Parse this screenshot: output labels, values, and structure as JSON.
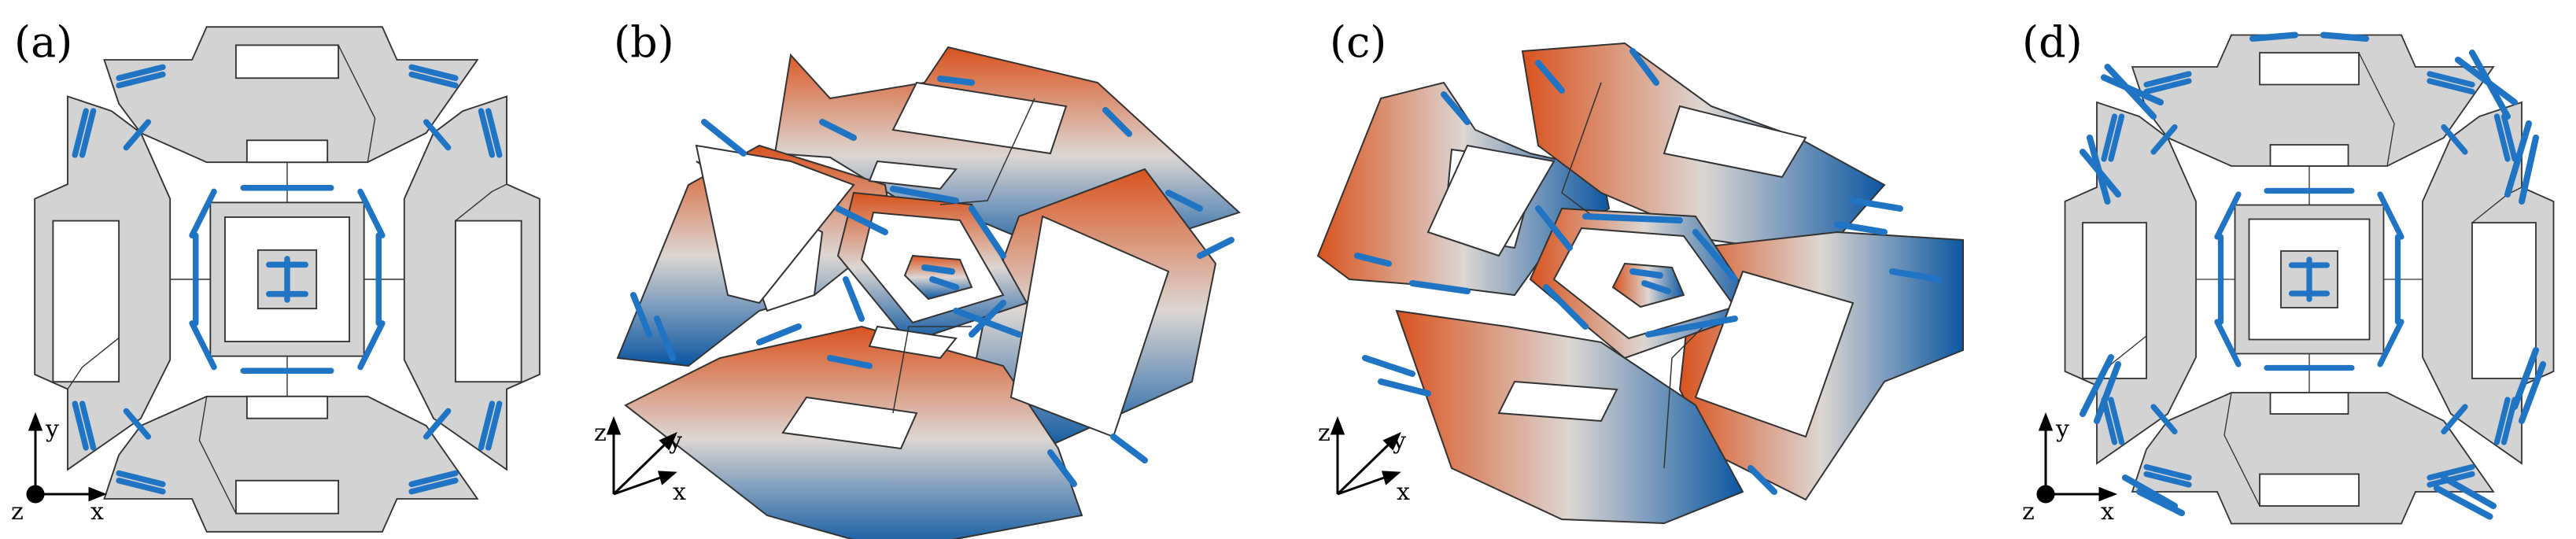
{
  "panels": [
    {
      "label": "(a)",
      "view": "top"
    },
    {
      "label": "(b)",
      "view": "iso"
    },
    {
      "label": "(c)",
      "view": "iso"
    },
    {
      "label": "(d)",
      "view": "top"
    }
  ],
  "axes": {
    "x": "x",
    "y": "y",
    "z": "z"
  },
  "colors": {
    "plate_gray": "#d3d3d3",
    "hinge_blue": "#1f74c4",
    "warm_orange": "#d9531e",
    "neutral_mid": "#dcd6d2",
    "cool_blue": "#0b57a2",
    "outline": "#333333"
  }
}
